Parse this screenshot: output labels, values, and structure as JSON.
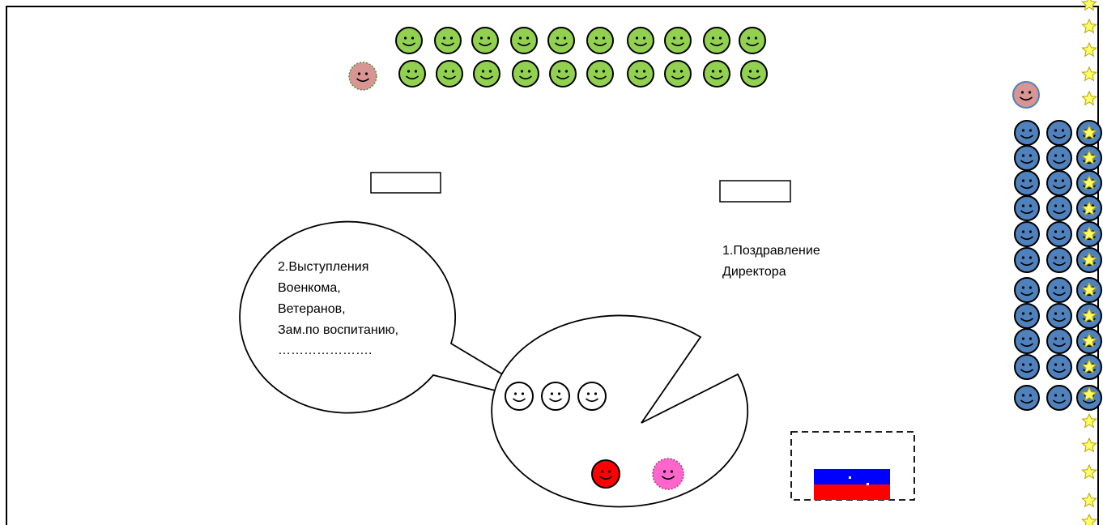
{
  "bubble_left": {
    "lines": [
      "2.Выступления",
      "Военкома,",
      "Ветеранов,",
      "Зам.по воспитанию,",
      "…………………."
    ]
  },
  "bubble_right": {
    "lines": [
      "1.Поздравление",
      "Директора"
    ]
  },
  "colors": {
    "audience_green": "#92d050",
    "audience_blue": "#4f81bd",
    "presenter_red": "#ff0000",
    "presenter_pink": "#ff66cc",
    "teacher_rose": "#d99594",
    "star_yellow": "#ffff66",
    "flag_blue": "#0000ff",
    "flag_red": "#ff0000"
  }
}
